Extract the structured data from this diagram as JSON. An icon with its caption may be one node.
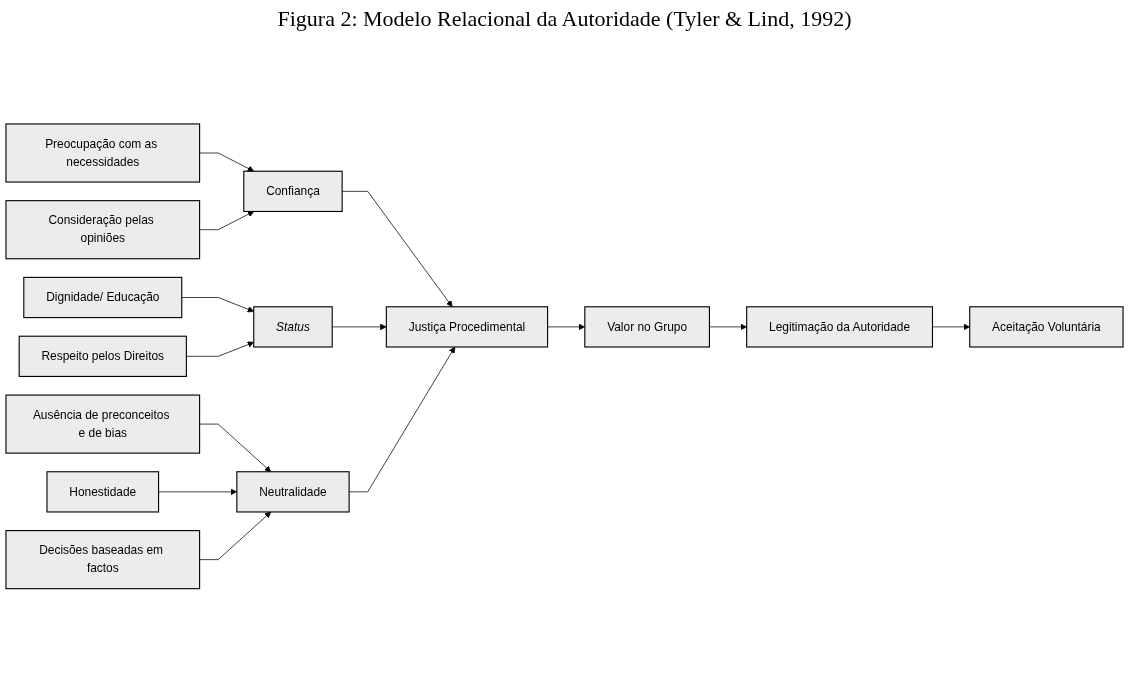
{
  "diagram": {
    "title": "Figura 2: Modelo Relacional da Autoridade (Tyler & Lind, 1992)",
    "nodes": [
      {
        "text": [
          "Preocupação com as necessidades"
        ]
      },
      {
        "text": [
          "Consideração pelas opiniões"
        ]
      },
      {
        "text": [
          "Confiança"
        ]
      },
      {
        "text": [
          "Dignidade/ Educação"
        ]
      },
      {
        "text": [
          "Status"
        ]
      },
      {
        "text": [
          "Respeito pelos Direitos"
        ]
      },
      {
        "text": [
          "Ausência de preconceitos e de bias"
        ]
      },
      {
        "text": [
          "Honestidade"
        ]
      },
      {
        "text": [
          "Decisões baseadas em factos"
        ]
      },
      {
        "text": [
          "Neutralidade"
        ]
      },
      {
        "text": [
          "Justiça Procedimental"
        ]
      },
      {
        "text": [
          "Valor no Grupo"
        ]
      },
      {
        "text": [
          "Legitimação da Autoridade"
        ]
      },
      {
        "text": [
          "Aceitação Voluntária"
        ]
      }
    ],
    "edges": [
      {
        "from": 0,
        "to": 2,
        "arrow": "to"
      },
      {
        "from": 1,
        "to": 2,
        "arrow": "to"
      },
      {
        "from": 3,
        "to": 4,
        "arrow": "to"
      },
      {
        "from": 5,
        "to": 4,
        "arrow": "to"
      },
      {
        "from": 6,
        "to": 9,
        "arrow": "to"
      },
      {
        "from": 7,
        "to": 9,
        "arrow": "to"
      },
      {
        "from": 8,
        "to": 9,
        "arrow": "to"
      },
      {
        "from": 2,
        "to": 10,
        "arrow": "to"
      },
      {
        "from": 4,
        "to": 10,
        "arrow": "to"
      },
      {
        "from": 9,
        "to": 10,
        "arrow": "to"
      },
      {
        "from": 10,
        "to": 11,
        "arrow": "to"
      },
      {
        "from": 11,
        "to": 12,
        "arrow": "to"
      },
      {
        "from": 12,
        "to": 13,
        "arrow": "to"
      }
    ]
  }
}
